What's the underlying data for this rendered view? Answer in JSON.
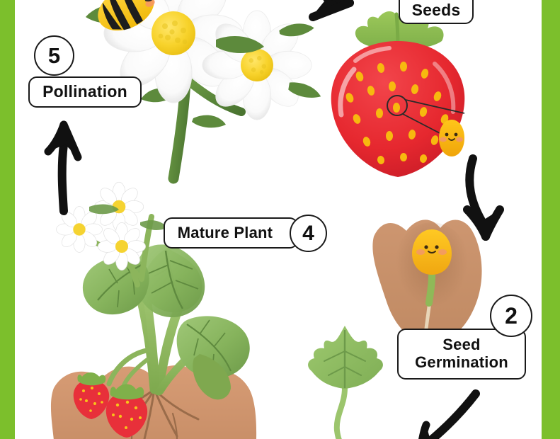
{
  "poster": {
    "theme": "strawberry-life-cycle",
    "border_color": "#7cbf2c",
    "background": "#ffffff"
  },
  "labels": [
    {
      "key": "pollination",
      "text": "Pollination",
      "number": "5",
      "badge_side": "left"
    },
    {
      "key": "seeds",
      "text": "Seeds",
      "number": "",
      "badge_side": "none"
    },
    {
      "key": "mature",
      "text": "Mature Plant",
      "number": "4",
      "badge_side": "right"
    },
    {
      "key": "germination",
      "line1": "Seed",
      "line2": "Germination",
      "number": "2",
      "badge_side": "right"
    }
  ],
  "chips": {
    "pollination": "Pollination",
    "seeds": "Seeds",
    "mature_plant": "Mature Plant",
    "germination_line1": "Seed",
    "germination_line2": "Germination"
  },
  "badges": {
    "pollination": "5",
    "mature_plant": "4",
    "germination": "2"
  },
  "illustrations": [
    {
      "name": "bee",
      "description": "bee-icon"
    },
    {
      "name": "daisy-cluster",
      "description": "flower-icon"
    },
    {
      "name": "strawberry-fruit",
      "description": "strawberry-icon"
    },
    {
      "name": "seed-callout",
      "description": "magnifier-callout-icon"
    },
    {
      "name": "soil-mound-germination",
      "description": "soil-icon"
    },
    {
      "name": "seedling-leaf",
      "description": "leaf-icon"
    },
    {
      "name": "mature-strawberry-plant",
      "description": "plant-icon"
    }
  ],
  "arrows": [
    {
      "name": "arrow-pollination-to-seeds",
      "direction": "right"
    },
    {
      "name": "arrow-seeds-to-germination",
      "direction": "down"
    },
    {
      "name": "arrow-germination-to-seedling",
      "direction": "down-left"
    },
    {
      "name": "arrow-plant-to-pollination",
      "direction": "up"
    }
  ],
  "colors": {
    "green_border": "#7cbf2c",
    "berry_red": "#e8303a",
    "seed_yellow": "#f5b511",
    "soil_brown": "#c99268",
    "leaf_green": "#7fae5a",
    "stem_green": "#5d8a3c",
    "petal_white": "#ffffff",
    "flower_center": "#f5d331",
    "outline_black": "#1a1a1a"
  }
}
